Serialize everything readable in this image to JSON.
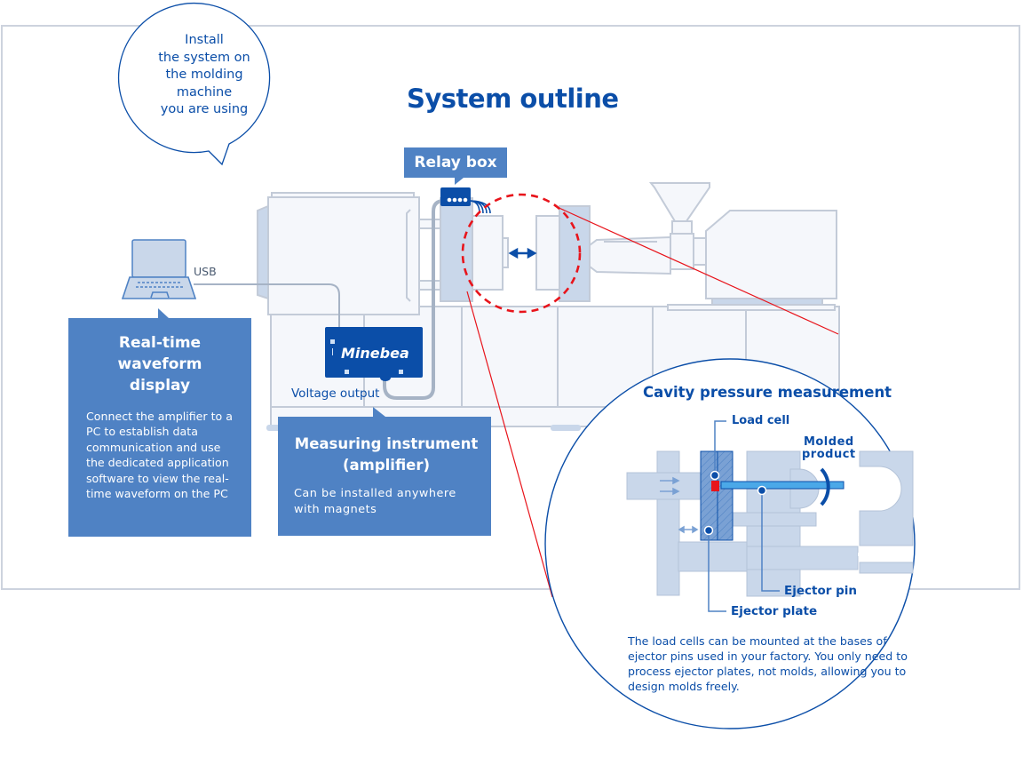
{
  "title": "System outline",
  "speech_bubble": {
    "lines": [
      "Install",
      "the system on",
      "the molding",
      "machine",
      "you are using"
    ]
  },
  "relay_box": {
    "label": "Relay box"
  },
  "pc": {
    "icon": "laptop-icon",
    "connection_label": "USB"
  },
  "amplifier": {
    "brand": "Minebea",
    "output_label": "Voltage output"
  },
  "callouts": {
    "realtime": {
      "heading": "Real-time waveform display",
      "body": "Connect the amplifier to a PC to establish data communication and use the dedicated application software to view the real-time waveform on the PC"
    },
    "measuring": {
      "heading": "Measuring instrument (amplifier)",
      "body": "Can be installed anywhere with magnets"
    }
  },
  "cavity": {
    "title": "Cavity pressure measurement",
    "labels": {
      "load_cell": "Load cell",
      "molded_product_1": "Molded",
      "molded_product_2": "product",
      "ejector_pin": "Ejector pin",
      "ejector_plate": "Ejector plate"
    },
    "description": "The load cells can be mounted at the bases of ejector pins used in your factory. You only need to process ejector plates, not molds, allowing you to design molds freely."
  },
  "colors": {
    "brand_blue": "#0b4ea8",
    "callout_blue": "#4f82c4",
    "machine_fill": "#c9d7ea",
    "highlight_red": "#e8141b"
  }
}
